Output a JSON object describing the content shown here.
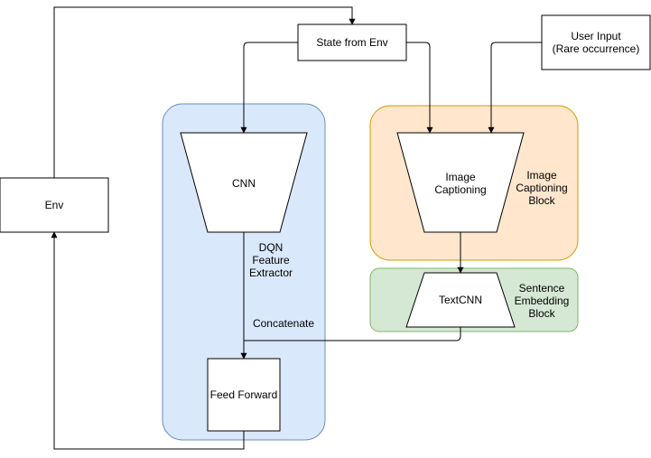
{
  "colors": {
    "dqn_block_fill": "#dae8fc",
    "dqn_block_stroke": "#6c8ebf",
    "captioning_block_fill": "#ffe6cc",
    "captioning_block_stroke": "#d79b00",
    "embedding_block_fill": "#d5e8d4",
    "embedding_block_stroke": "#82b366",
    "line": "#000000"
  },
  "nodes": {
    "state_from_env": "State from Env",
    "user_input_line1": "User Input",
    "user_input_line2": "(Rare occurrence)",
    "env": "Env",
    "cnn": "CNN",
    "image_captioning_line1": "Image",
    "image_captioning_line2": "Captioning",
    "textcnn": "TextCNN",
    "feed_forward": "Feed Forward"
  },
  "labels": {
    "dqn_feature_extractor": [
      "DQN",
      "Feature",
      "Extractor"
    ],
    "concatenate": "Concatenate",
    "image_captioning_block": [
      "Image",
      "Captioning",
      "Block"
    ],
    "sentence_embedding_block": [
      "Sentence",
      "Embedding",
      "Block"
    ]
  }
}
